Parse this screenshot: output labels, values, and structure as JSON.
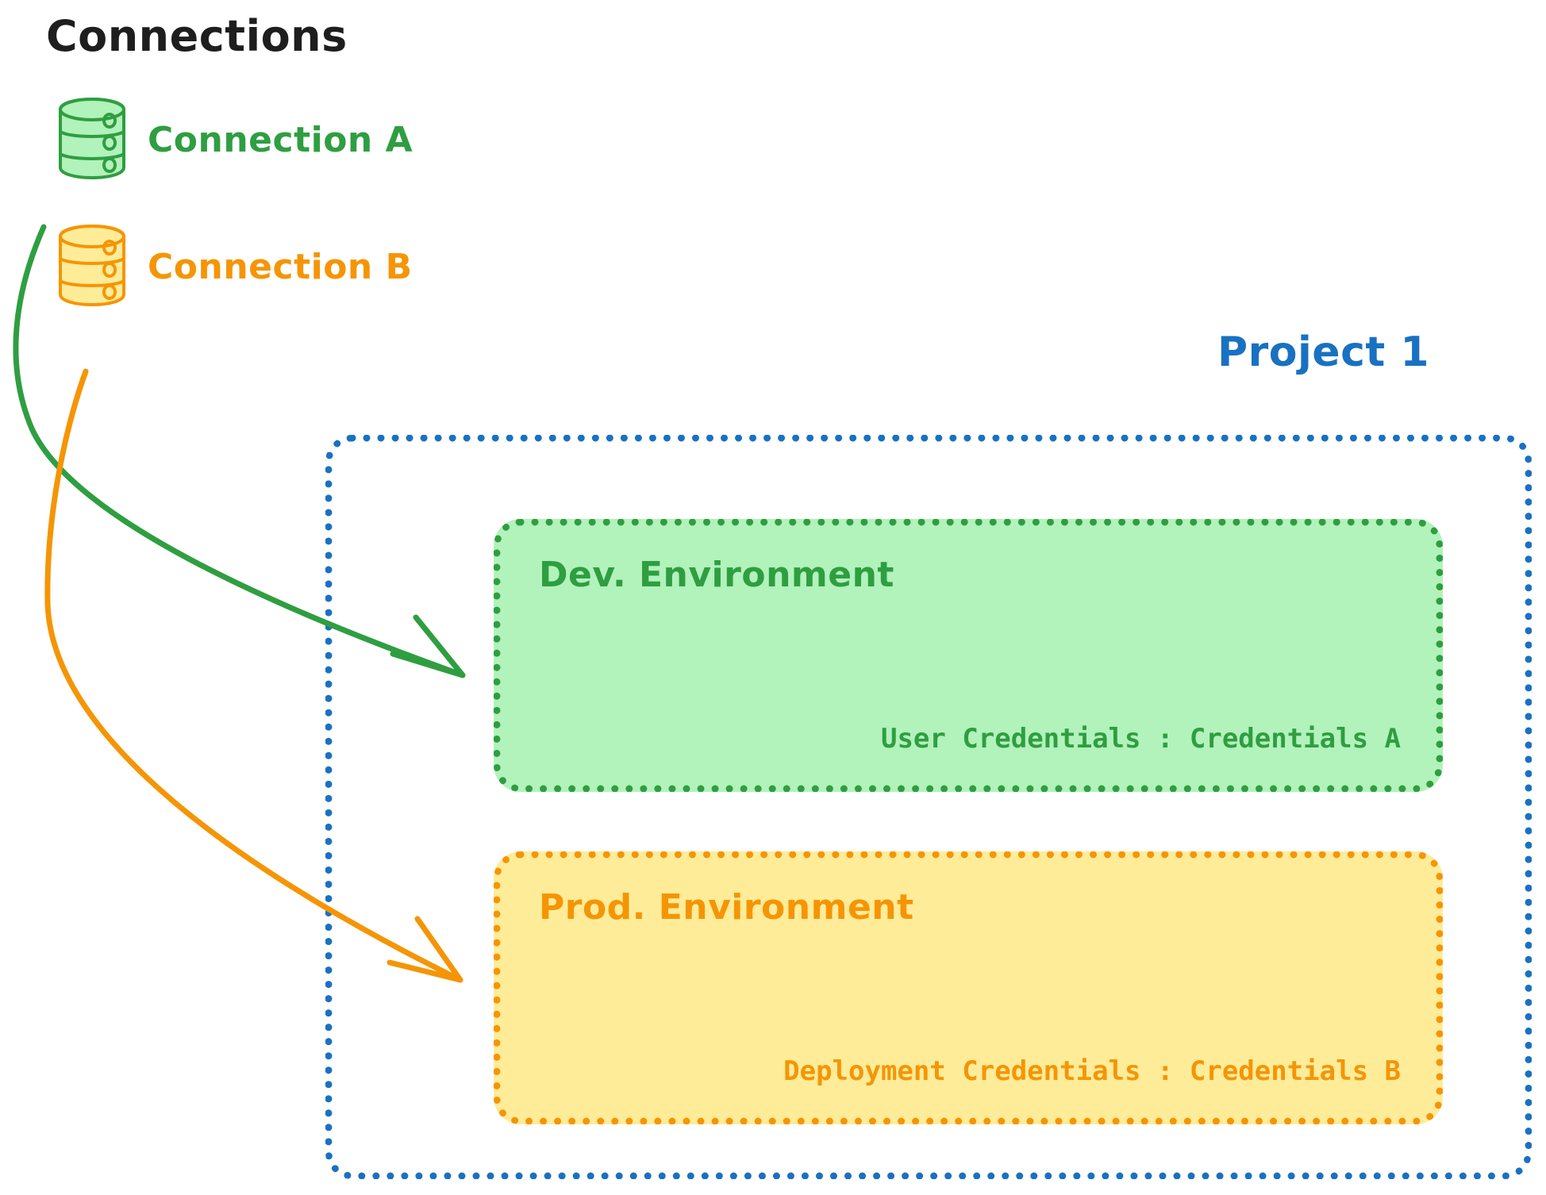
{
  "title": "Connections",
  "connections": [
    {
      "id": "a",
      "label": "Connection A",
      "icon": "database-icon",
      "color": "#2f9e41",
      "fill": "#b2f2bb"
    },
    {
      "id": "b",
      "label": "Connection B",
      "icon": "database-icon",
      "color": "#f59505",
      "fill": "#ffec99"
    }
  ],
  "project": {
    "label": "Project 1",
    "color": "#1971c2",
    "border_style": "dotted"
  },
  "environments": [
    {
      "id": "dev",
      "title": "Dev. Environment",
      "credentials_text": "User Credentials : Credentials A",
      "color": "#2f9e41",
      "fill": "#b2f2bb",
      "source_connection": "Connection A"
    },
    {
      "id": "prod",
      "title": "Prod. Environment",
      "credentials_text": "Deployment Credentials : Credentials B",
      "color": "#f59505",
      "fill": "#ffec99",
      "source_connection": "Connection B"
    }
  ],
  "arrows": [
    {
      "id": "arrow-a-to-dev",
      "from": "Connection A",
      "to": "Dev. Environment",
      "color": "#2f9e41"
    },
    {
      "id": "arrow-b-to-prod",
      "from": "Connection B",
      "to": "Prod. Environment",
      "color": "#f59505"
    }
  ]
}
